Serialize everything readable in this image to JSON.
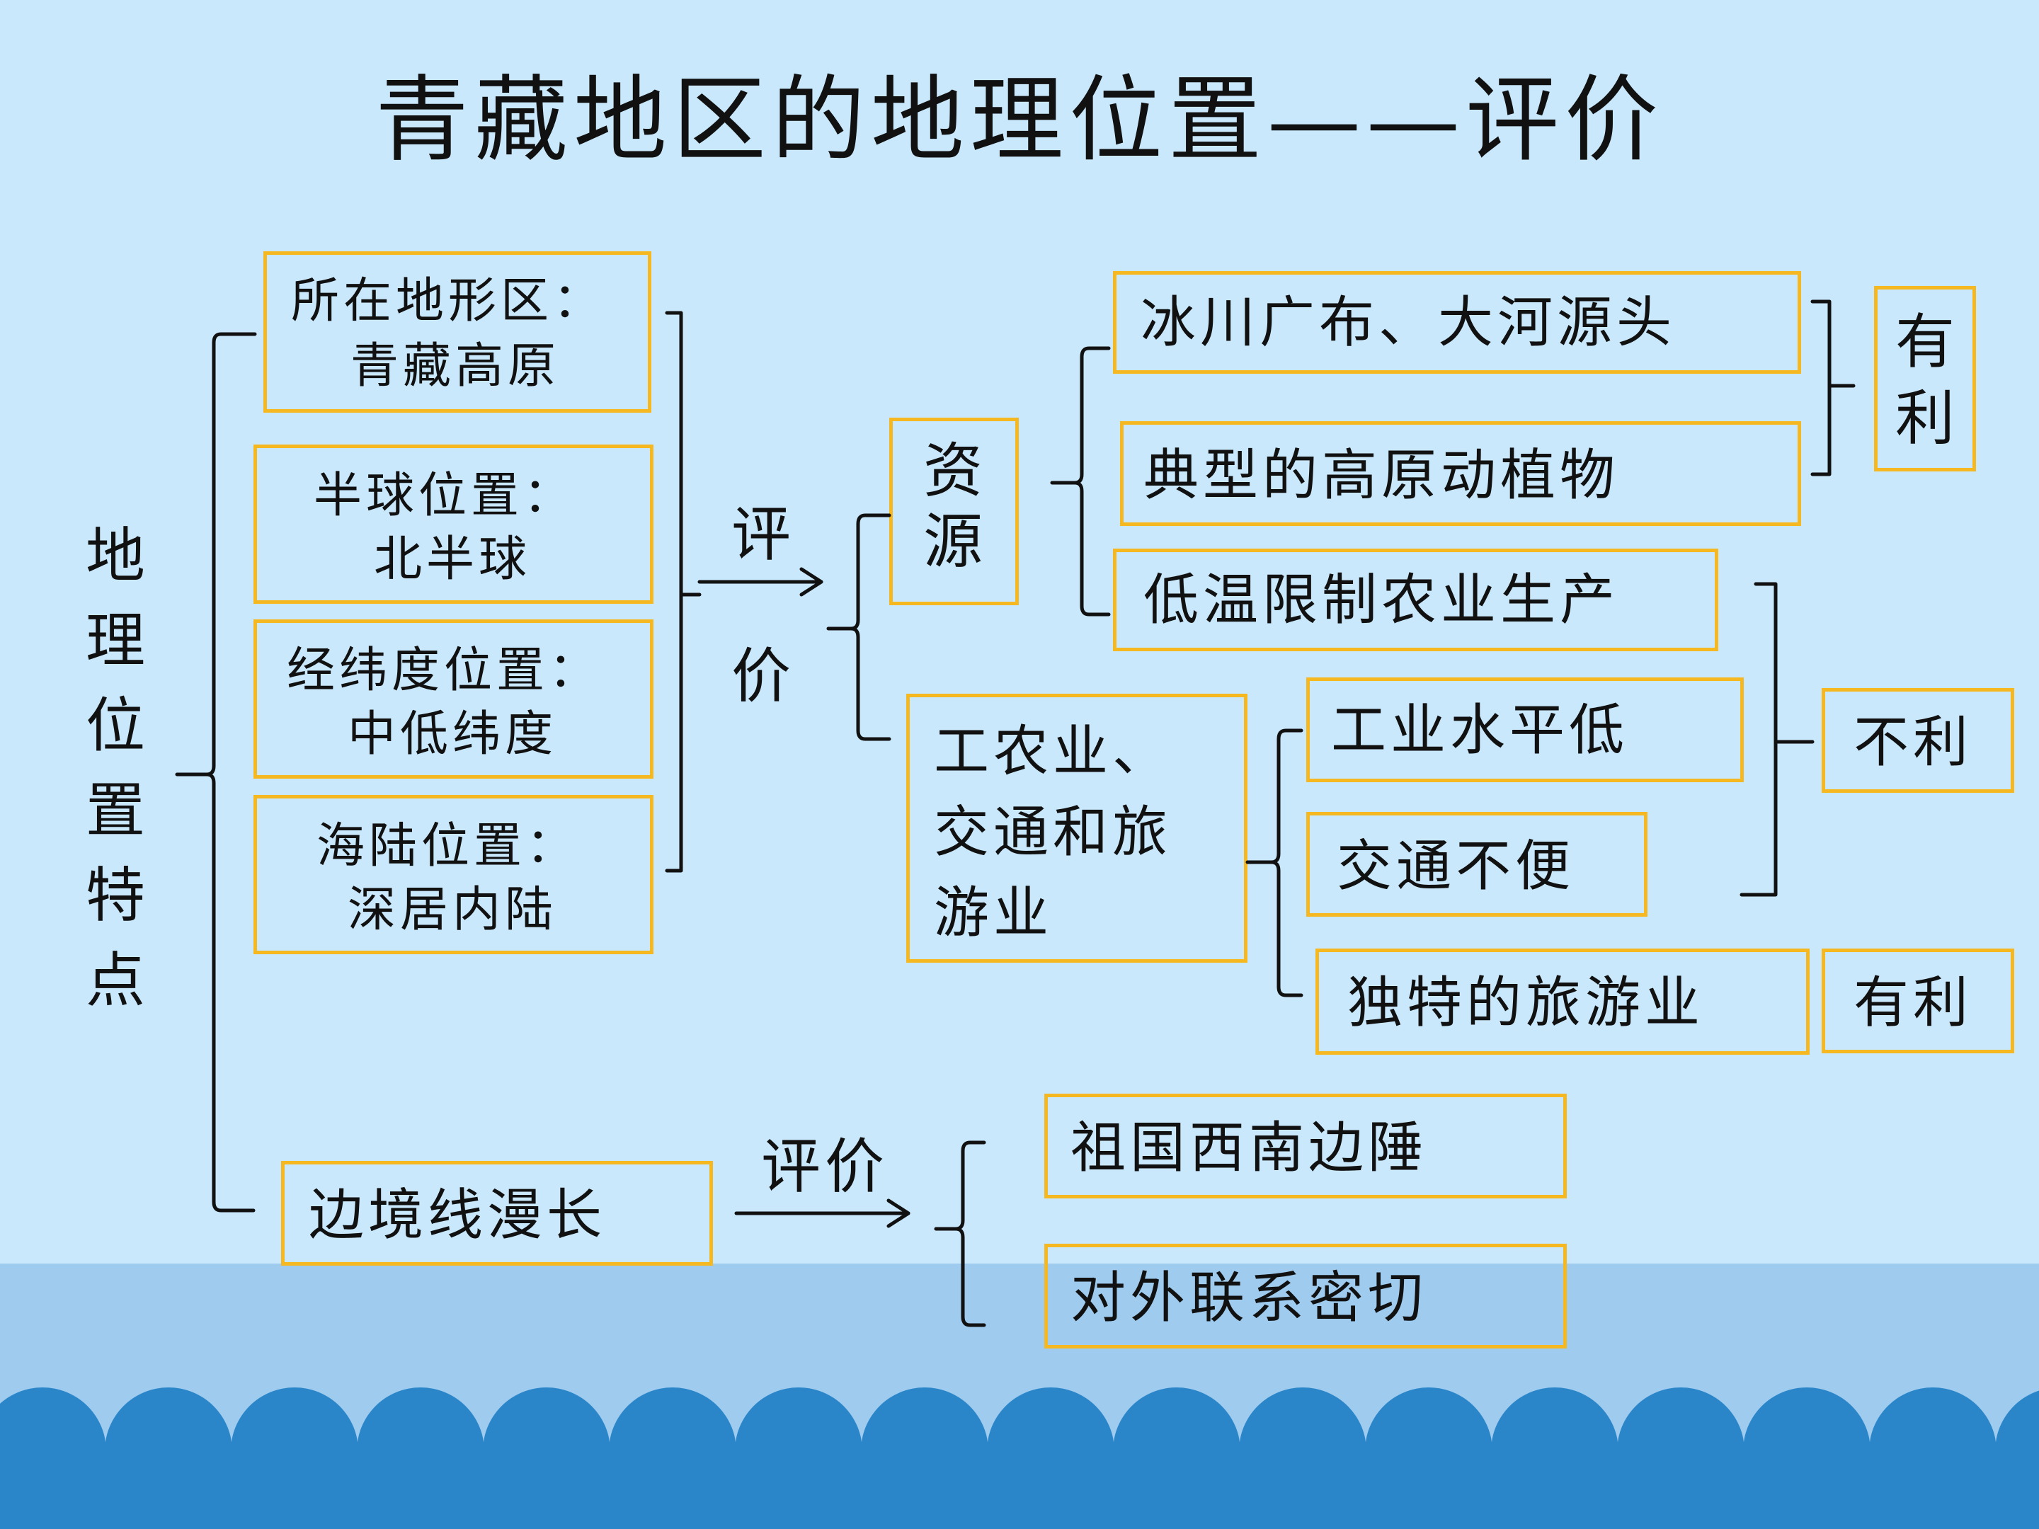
{
  "title": "青藏地区的地理位置——评价",
  "left_label": "地理位置特点",
  "features": [
    {
      "line1": "所在地形区：",
      "line2": "青藏高原"
    },
    {
      "line1": "半球位置：",
      "line2": "北半球"
    },
    {
      "line1": "经纬度位置：",
      "line2": "中低纬度"
    },
    {
      "line1": "海陆位置：",
      "line2": "深居内陆"
    }
  ],
  "eval_vertical": "评价",
  "resources_label": "资源",
  "resource_items": [
    "冰川广布、大河源头",
    "典型的高原动植物",
    "低温限制农业生产"
  ],
  "industry_label_lines": [
    "工农业、",
    "交通和旅",
    "游业"
  ],
  "industry_items": [
    "工业水平低",
    "交通不便",
    "独特的旅游业"
  ],
  "favorable": "有利",
  "unfavorable": "不利",
  "favorable2": "有利",
  "border_label": "边境线漫长",
  "eval_horizontal": "评价",
  "border_items": [
    "祖国西南边陲",
    "对外联系密切"
  ],
  "colors": {
    "box_border": "#f5b820",
    "bg_light": "#c9e8fb",
    "wave": "#2a86c9",
    "band": "#9fcbee"
  }
}
